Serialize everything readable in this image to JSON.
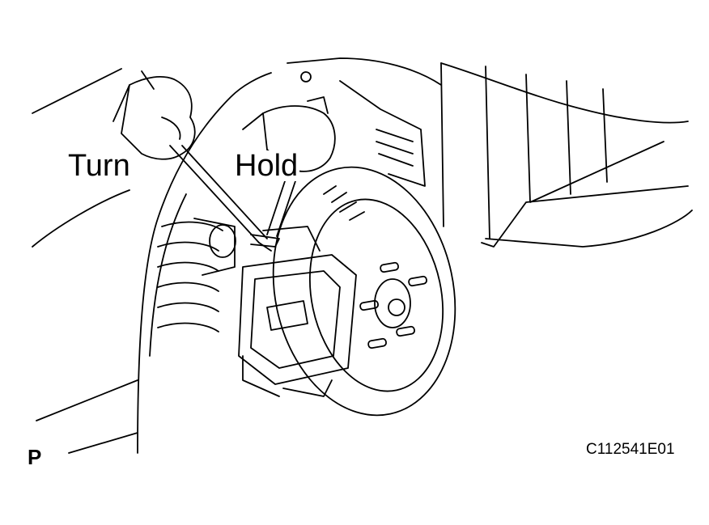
{
  "labels": {
    "turn": "Turn",
    "hold": "Hold",
    "view": "P",
    "code": "C112541E01"
  },
  "colors": {
    "line": "#000000",
    "background": "#ffffff"
  }
}
